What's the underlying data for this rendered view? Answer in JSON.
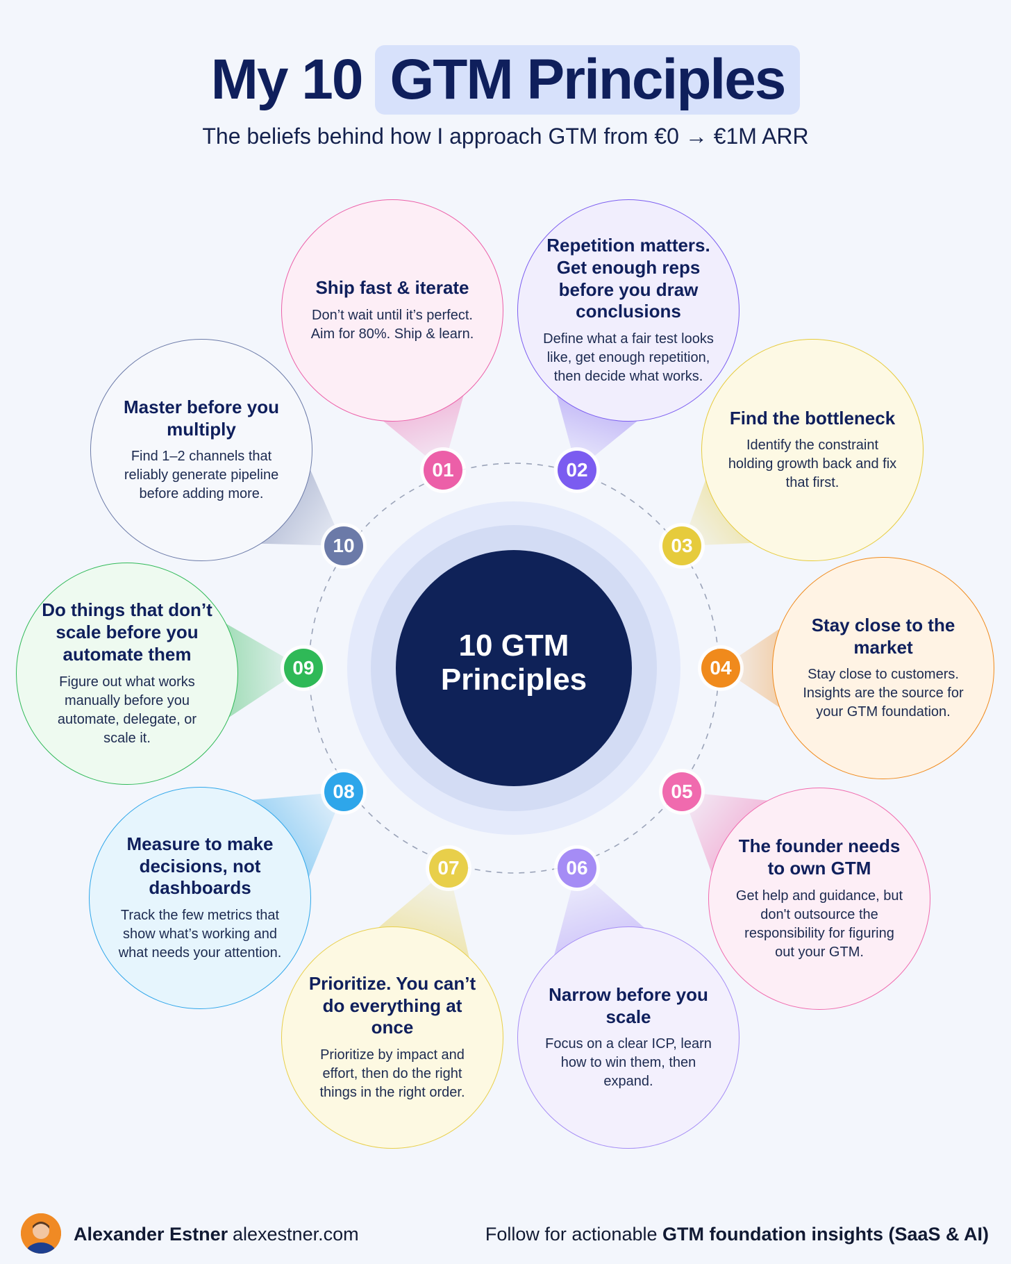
{
  "header": {
    "title_prefix": "My 10",
    "title_highlight": "GTM Principles",
    "subtitle": "The beliefs behind how I approach GTM from €0 → €1M ARR"
  },
  "center": {
    "line1": "10 GTM",
    "line2": "Principles"
  },
  "principles": [
    {
      "num": "01",
      "title": "Ship fast & iterate",
      "desc": "Don’t wait until it’s perfect. Aim for 80%. Ship & learn.",
      "color": "#ec5fa8",
      "fill": "#fdeef6"
    },
    {
      "num": "02",
      "title": "Repetition matters. Get enough reps before you draw conclusions",
      "desc": "Define what a fair test looks like, get enough repetition, then decide what works.",
      "color": "#7b5cf0",
      "fill": "#f1eefd"
    },
    {
      "num": "03",
      "title": "Find the bottleneck",
      "desc": "Identify the constraint holding growth back and fix that first.",
      "color": "#e6cb3c",
      "fill": "#fdf9e4"
    },
    {
      "num": "04",
      "title": "Stay close to the market",
      "desc": "Stay close to customers. Insights are the source for your GTM foundation.",
      "color": "#f08a1c",
      "fill": "#fff3e4"
    },
    {
      "num": "05",
      "title": "The founder needs to own GTM",
      "desc": "Get help and guidance, but don't outsource the responsibility for figuring out your GTM.",
      "color": "#f06aae",
      "fill": "#fdeef6"
    },
    {
      "num": "06",
      "title": "Narrow before you scale",
      "desc": "Focus on a clear ICP, learn how to win them, then expand.",
      "color": "#a58cf5",
      "fill": "#f3f0fd"
    },
    {
      "num": "07",
      "title": "Prioritize. You can’t do everything at once",
      "desc": "Prioritize by impact and effort, then do the right things in the right order.",
      "color": "#e8cf4a",
      "fill": "#fdf9e2"
    },
    {
      "num": "08",
      "title": "Measure to make decisions, not dashboards",
      "desc": "Track the few metrics that show what’s working and what needs your attention.",
      "color": "#2ea6ea",
      "fill": "#e6f5fd"
    },
    {
      "num": "09",
      "title": "Do things that don’t scale before you automate them",
      "desc": "Figure out what works manually before you automate, delegate, or scale it.",
      "color": "#2fb957",
      "fill": "#eefaf0"
    },
    {
      "num": "10",
      "title": "Master before you multiply",
      "desc": "Find 1–2 channels that reliably generate pipeline before adding more.",
      "color": "#6b7aa8",
      "fill": "#f6f8fc"
    }
  ],
  "footer": {
    "author": "Alexander Estner",
    "site": "alexestner.com",
    "cta_prefix": "Follow for actionable",
    "cta_bold": "GTM foundation insights (SaaS & AI)"
  }
}
